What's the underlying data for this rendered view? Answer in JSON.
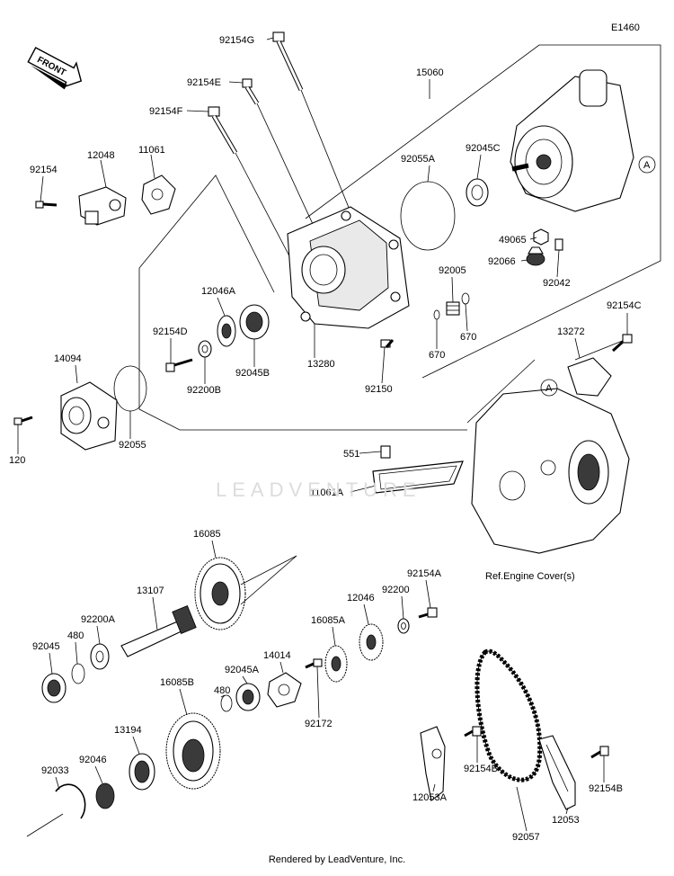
{
  "diagram": {
    "code": "E1460",
    "front_label": "FRONT",
    "reference_note": "Ref.Engine Cover(s)",
    "callout_a": "A",
    "watermark": "LEADVENTURE",
    "footer": "Rendered by LeadVenture, Inc."
  },
  "parts": {
    "p92154G": "92154G",
    "p92154E": "92154E",
    "p92154F": "92154F",
    "p15060": "15060",
    "p92154": "92154",
    "p12048": "12048",
    "p11061": "11061",
    "p92055A": "92055A",
    "p92045C": "92045C",
    "p49065": "49065",
    "p92066": "92066",
    "p92042": "92042",
    "p92005": "92005",
    "p670a": "670",
    "p670b": "670",
    "p12046A": "12046A",
    "p92154D": "92154D",
    "p92200B": "92200B",
    "p92045B": "92045B",
    "p13280": "13280",
    "p92150": "92150",
    "p92154C": "92154C",
    "p13272": "13272",
    "p14094": "14094",
    "p120": "120",
    "p92055": "92055",
    "p551": "551",
    "p11061A": "11061A",
    "p16085": "16085",
    "p13107": "13107",
    "p92200A": "92200A",
    "p92045": "92045",
    "p480a": "480",
    "p92154A": "92154A",
    "p92200": "92200",
    "p12046": "12046",
    "p16085A": "16085A",
    "p14014": "14014",
    "p92045A": "92045A",
    "p16085B": "16085B",
    "p480b": "480",
    "p92172": "92172",
    "p13194": "13194",
    "p92046": "92046",
    "p92033": "92033",
    "p12053A": "12053A",
    "p92154B_a": "92154B",
    "p92154B_b": "92154B",
    "p92057": "92057",
    "p12053": "12053"
  }
}
